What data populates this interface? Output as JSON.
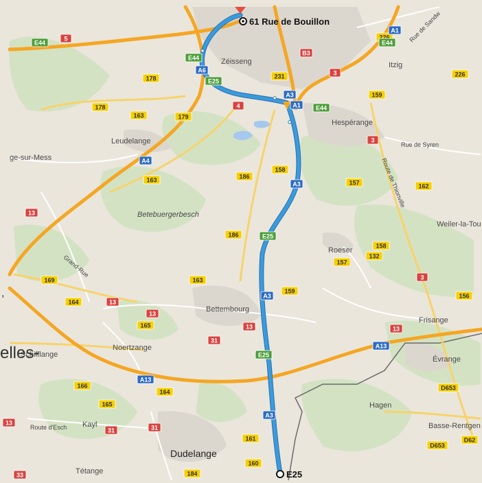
{
  "colors": {
    "background": "#eae6dc",
    "forest": "#d4e2c4",
    "urban": "#dcd7ce",
    "water": "#a7c8ee",
    "motorway": "#f5a623",
    "secondary": "#f7d36b",
    "minor": "#ffffff",
    "route": "#3a9bdc",
    "border": "#6a6a6a",
    "shield_blue": "#2b6bc4",
    "shield_green": "#4d9e3a",
    "shield_red": "#d9433f",
    "shield_yellow": "#f7d000"
  },
  "route": {
    "start_label": "61 Rue de Bouillon",
    "end_label": "E25"
  },
  "places": [
    {
      "id": "zeisseng",
      "name": "Zéisseng"
    },
    {
      "id": "itzig",
      "name": "Itzig"
    },
    {
      "id": "hesperange",
      "name": "Hespérange"
    },
    {
      "id": "leudelange",
      "name": "Leudelange"
    },
    {
      "id": "betebuergerbesch",
      "name": "Betebuergerbesch"
    },
    {
      "id": "roeser",
      "name": "Roeser"
    },
    {
      "id": "weiler",
      "name": "Weiler-la-Tou"
    },
    {
      "id": "bettembourg",
      "name": "Bettembourg"
    },
    {
      "id": "frisange",
      "name": "Frisange"
    },
    {
      "id": "noertzange",
      "name": "Noertzange"
    },
    {
      "id": "schifflange",
      "name": "Schifflange"
    },
    {
      "id": "evrange",
      "name": "Évrange"
    },
    {
      "id": "hagen",
      "name": "Hagen"
    },
    {
      "id": "basse",
      "name": "Basse-Rentgen"
    },
    {
      "id": "kayl",
      "name": "Kayl"
    },
    {
      "id": "tetange",
      "name": "Tétange"
    },
    {
      "id": "dudelange",
      "name": "Dudelange"
    },
    {
      "id": "gesur",
      "name": "ge-sur-Mess"
    }
  ],
  "streets": [
    {
      "id": "rue_sandweiler",
      "name": "Rue de Sandw"
    },
    {
      "id": "rue_syren",
      "name": "Rue de Syren"
    },
    {
      "id": "route_thionville",
      "name": "Route de Thionville"
    },
    {
      "id": "grand_rue",
      "name": "Grand-Rue"
    },
    {
      "id": "route_esch",
      "name": "Route d'Esch"
    }
  ],
  "overflow": {
    "elles": "elles-",
    "comma": ","
  },
  "shields": [
    {
      "t": "E44",
      "c": "green"
    },
    {
      "t": "5",
      "c": "red"
    },
    {
      "t": "E44",
      "c": "green"
    },
    {
      "t": "A6",
      "c": "blue"
    },
    {
      "t": "E25",
      "c": "green"
    },
    {
      "t": "178",
      "c": "yellow"
    },
    {
      "t": "178",
      "c": "yellow"
    },
    {
      "t": "163",
      "c": "yellow"
    },
    {
      "t": "179",
      "c": "yellow"
    },
    {
      "t": "4",
      "c": "red"
    },
    {
      "t": "231",
      "c": "yellow"
    },
    {
      "t": "B3",
      "c": "red"
    },
    {
      "t": "3",
      "c": "red"
    },
    {
      "t": "A3",
      "c": "blue"
    },
    {
      "t": "A1",
      "c": "blue"
    },
    {
      "t": "E44",
      "c": "green"
    },
    {
      "t": "226",
      "c": "yellow"
    },
    {
      "t": "E44",
      "c": "green"
    },
    {
      "t": "A1",
      "c": "blue"
    },
    {
      "t": "226",
      "c": "yellow"
    },
    {
      "t": "159",
      "c": "yellow"
    },
    {
      "t": "3",
      "c": "red"
    },
    {
      "t": "A4",
      "c": "blue"
    },
    {
      "t": "163",
      "c": "yellow"
    },
    {
      "t": "158",
      "c": "yellow"
    },
    {
      "t": "186",
      "c": "yellow"
    },
    {
      "t": "A3",
      "c": "blue"
    },
    {
      "t": "157",
      "c": "yellow"
    },
    {
      "t": "162",
      "c": "yellow"
    },
    {
      "t": "13",
      "c": "red"
    },
    {
      "t": "186",
      "c": "yellow"
    },
    {
      "t": "E25",
      "c": "green"
    },
    {
      "t": "158",
      "c": "yellow"
    },
    {
      "t": "132",
      "c": "yellow"
    },
    {
      "t": "169",
      "c": "yellow"
    },
    {
      "t": "163",
      "c": "yellow"
    },
    {
      "t": "157",
      "c": "yellow"
    },
    {
      "t": "3",
      "c": "red"
    },
    {
      "t": "A3",
      "c": "blue"
    },
    {
      "t": "159",
      "c": "yellow"
    },
    {
      "t": "164",
      "c": "yellow"
    },
    {
      "t": "13",
      "c": "red"
    },
    {
      "t": "156",
      "c": "yellow"
    },
    {
      "t": "13",
      "c": "red"
    },
    {
      "t": "165",
      "c": "yellow"
    },
    {
      "t": "13",
      "c": "red"
    },
    {
      "t": "13",
      "c": "red"
    },
    {
      "t": "31",
      "c": "red"
    },
    {
      "t": "A13",
      "c": "blue"
    },
    {
      "t": "E25",
      "c": "green"
    },
    {
      "t": "A13",
      "c": "blue"
    },
    {
      "t": "166",
      "c": "yellow"
    },
    {
      "t": "164",
      "c": "yellow"
    },
    {
      "t": "D653",
      "c": "yellow"
    },
    {
      "t": "165",
      "c": "yellow"
    },
    {
      "t": "A3",
      "c": "blue"
    },
    {
      "t": "31",
      "c": "red"
    },
    {
      "t": "31",
      "c": "red"
    },
    {
      "t": "161",
      "c": "yellow"
    },
    {
      "t": "D653",
      "c": "yellow"
    },
    {
      "t": "D62",
      "c": "yellow"
    },
    {
      "t": "160",
      "c": "yellow"
    },
    {
      "t": "33",
      "c": "red"
    },
    {
      "t": "184",
      "c": "yellow"
    },
    {
      "t": "13",
      "c": "red"
    }
  ]
}
